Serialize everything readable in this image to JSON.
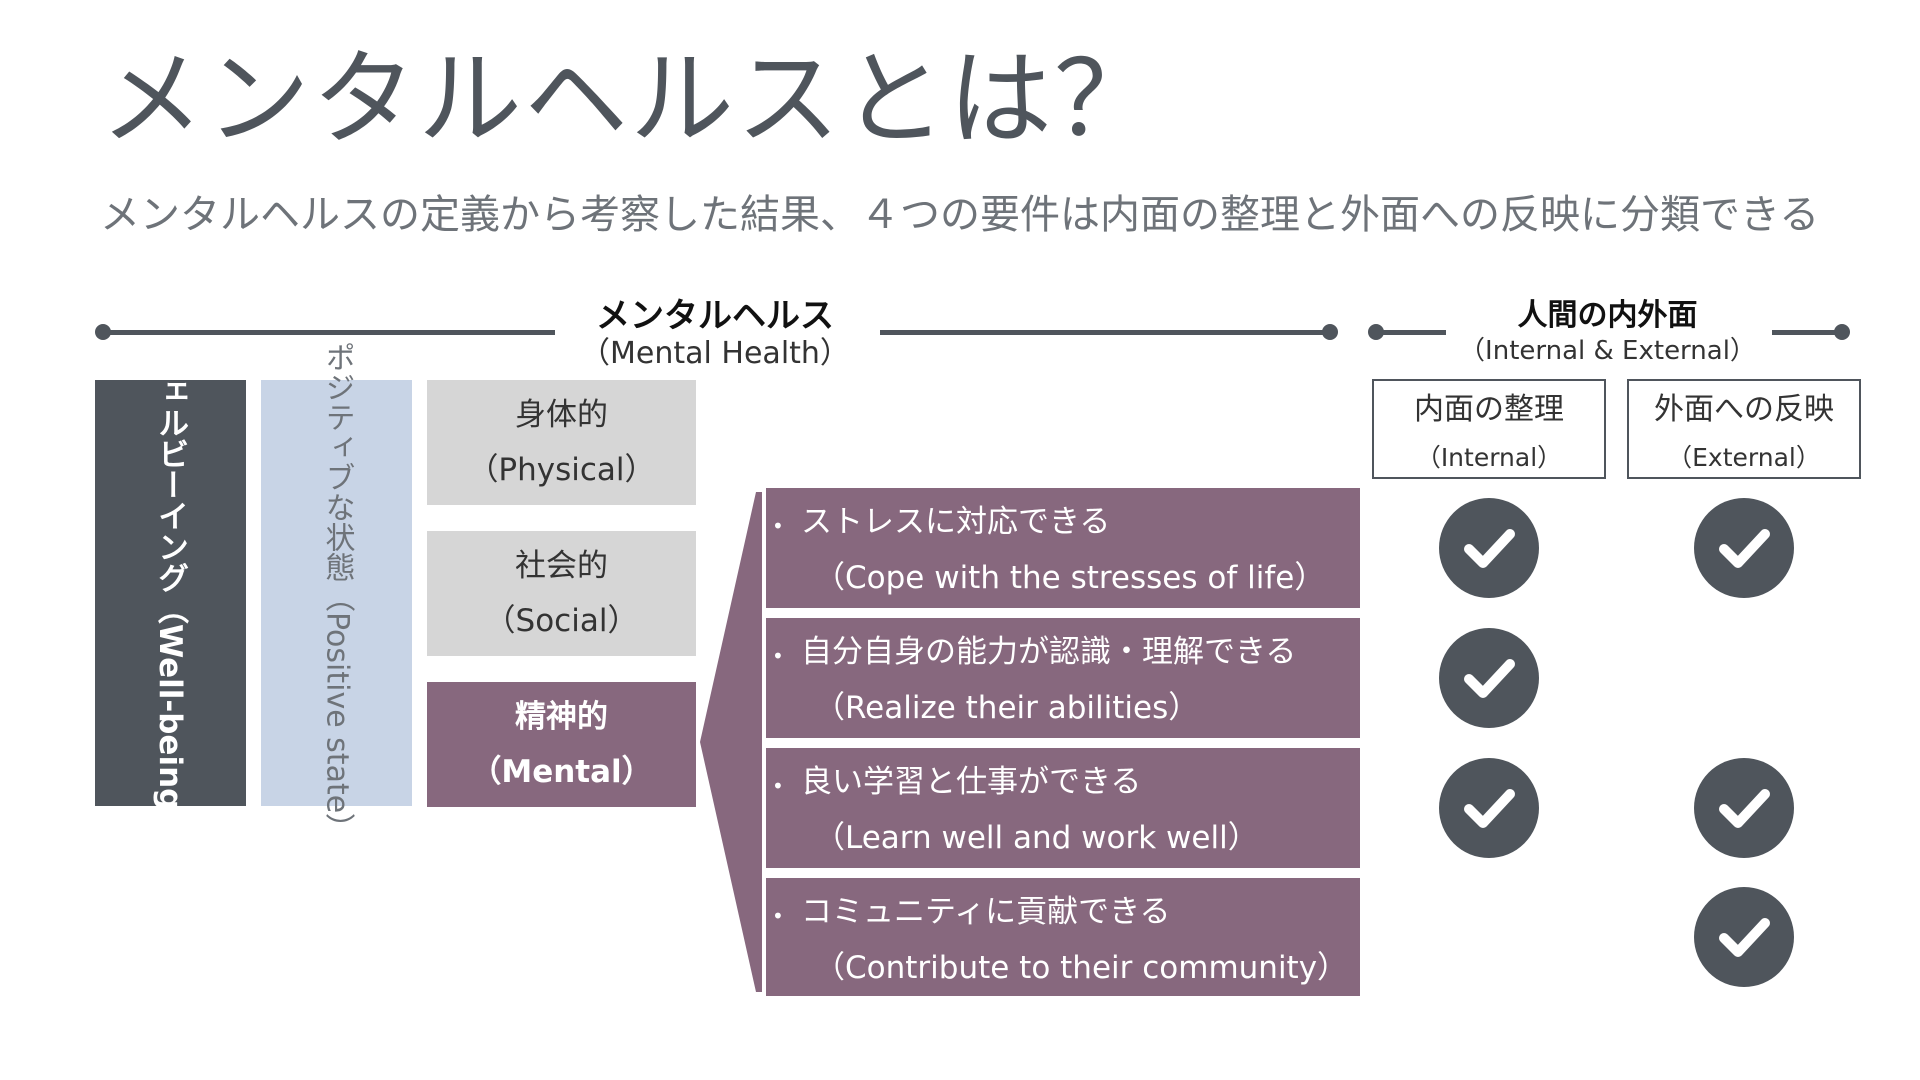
{
  "title": "メンタルヘルスとは？",
  "subtitle": "メンタルヘルスの定義から考察した結果、４つの要件は内面の整理と外面への反映に分類できる",
  "header_mental": {
    "main": "メンタルヘルス",
    "sub": "（Mental Health）"
  },
  "header_inout": {
    "main": "人間の内外面",
    "sub": "（Internal & External）"
  },
  "wellbeing": "ウェルビーイング（Well-being）",
  "positive": "ポジティブな状態（Positive state）",
  "categories": [
    {
      "jp": "身体的",
      "en": "（Physical）"
    },
    {
      "jp": "社会的",
      "en": "（Social）"
    },
    {
      "jp": "精神的",
      "en": "（Mental）"
    }
  ],
  "requirements": [
    {
      "bullet": "•",
      "jp": "ストレスに対応できる",
      "en": "（Cope with the stresses of life）"
    },
    {
      "bullet": "•",
      "jp": "自分自身の能力が認識・理解できる",
      "en": "（Realize their abilities）"
    },
    {
      "bullet": "•",
      "jp": "良い学習と仕事ができる",
      "en": "（Learn well and work well）"
    },
    {
      "bullet": "•",
      "jp": "コミュニティに貢献できる",
      "en": "（Contribute to their community）"
    }
  ],
  "columns": [
    {
      "jp": "内面の整理",
      "en": "（Internal）"
    },
    {
      "jp": "外面への反映",
      "en": "（External）"
    }
  ],
  "checks": {
    "internal": [
      true,
      true,
      true,
      false
    ],
    "external": [
      true,
      false,
      true,
      true
    ]
  },
  "icons": {
    "check": "checkmark-circle-icon"
  },
  "colors": {
    "dark": "#4f555c",
    "purple": "#87687e",
    "light_blue": "#c8d4e6",
    "gray": "#d6d6d6"
  }
}
